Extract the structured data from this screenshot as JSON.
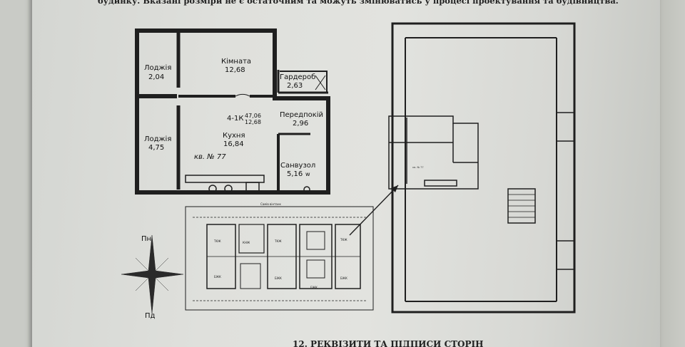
{
  "document": {
    "header_text": "будинку. Вказані розміри не є остаточним та можуть змінюватись у процесі проектування та будівництва.",
    "footer_heading": "12. РЕКВІЗИТИ ТА ПІДПИСИ СТОРІН"
  },
  "apartment_plan": {
    "rooms": [
      {
        "name": "Лоджія",
        "area": "2,04"
      },
      {
        "name": "Кімната",
        "area": "12,68"
      },
      {
        "name": "Гардероб",
        "area": "2,63"
      },
      {
        "name": "Передпокій",
        "area": "2,96"
      },
      {
        "name": "Лоджія",
        "area": "4,75"
      },
      {
        "name": "Кухня",
        "area": "16,84"
      },
      {
        "name": "Санвузол",
        "area": "5,16"
      }
    ],
    "type_label": "4-1К",
    "total_area": "47,06",
    "living_area": "12,68",
    "apartment_number": "кв. № 77",
    "window_mark": "w"
  },
  "compass": {
    "north": "Пн",
    "south": "Пд"
  },
  "site_plan": {
    "top_caption": "Самів вінтанк",
    "tags": [
      "КНЖ",
      "ТКЖ",
      "ТКЖ",
      "ТКЖ",
      "БЖК",
      "БЖК",
      "БЖК",
      "БЖК"
    ]
  },
  "floor_plan": {
    "highlighted_apartment": "кв. № 77"
  },
  "colors": {
    "line": "#1f1f1f",
    "paper": "#e0e1dd"
  }
}
